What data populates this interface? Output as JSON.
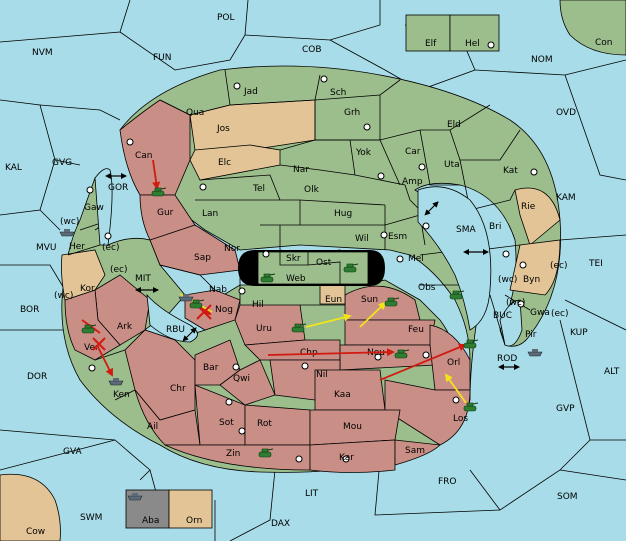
{
  "colors": {
    "sea": "#a8dce8",
    "neutral": "#9cbe8c",
    "red_power": "#c98e86",
    "tan_power": "#e3c496",
    "unit": "#2e7d32",
    "fleet": "#5c6a77",
    "red_arrow": "#d11a10",
    "yellow_arrow": "#f2e31a"
  },
  "sea_labels": {
    "pol": "POL",
    "nvm": "NVM",
    "fun": "FUN",
    "cob": "COB",
    "nom": "NOM",
    "ovd": "OVD",
    "kal": "KAL",
    "gvg": "GVG",
    "gor": "GOR",
    "mvu": "MVU",
    "kam": "KAM",
    "sma": "SMA",
    "tei": "TEI",
    "bor": "BOR",
    "mit": "MIT",
    "rbu": "RBU",
    "buc": "BUC",
    "kup": "KUP",
    "rod": "ROD",
    "dor": "DOR",
    "alt": "ALT",
    "gvp": "GVP",
    "gva": "GVA",
    "fro": "FRO",
    "som": "SOM",
    "lit": "LIT",
    "swm": "SWM",
    "dax": "DAX"
  },
  "land_labels": {
    "con": "Con",
    "elf": "Elf",
    "hel": "Hel",
    "cow": "Cow",
    "aba": "Aba",
    "orn": "Orn",
    "jad": "Jad",
    "sch": "Sch",
    "qua": "Qua",
    "jos": "Jos",
    "grh": "Grh",
    "eld": "Eld",
    "can": "Can",
    "elc": "Elc",
    "nar": "Nar",
    "yok": "Yok",
    "car": "Car",
    "uta": "Uta",
    "kat": "Kat",
    "gaw": "Gaw",
    "gur": "Gur",
    "tel": "Tel",
    "olk": "Olk",
    "amp": "Amp",
    "lan": "Lan",
    "hug": "Hug",
    "rie": "Rie",
    "bri": "Bri",
    "her": "Her",
    "nor": "Nor",
    "skr": "Skr",
    "wil": "Wil",
    "esm": "Esm",
    "sap": "Sap",
    "ost": "Ost",
    "web": "Web",
    "mel": "Mel",
    "byn": "Byn",
    "kor": "Kor",
    "nab": "Nab",
    "eun": "Eun",
    "obs": "Obs",
    "gwa": "Gwa",
    "hil": "Hil",
    "sun": "Sun",
    "nog": "Nog",
    "ark": "Ark",
    "uru": "Uru",
    "feu": "Feu",
    "pir": "Pir",
    "ver": "Ver",
    "chp": "Chp",
    "neu": "Neu",
    "orl": "Orl",
    "bar": "Bar",
    "qwi": "Qwi",
    "nil": "Nil",
    "ken": "Ken",
    "chr": "Chr",
    "kaa": "Kaa",
    "los": "Los",
    "sot": "Sot",
    "rot": "Rot",
    "mou": "Mou",
    "ail": "Ail",
    "zin": "Zin",
    "kar": "Kar",
    "sam": "Sam"
  },
  "coast_labels": {
    "wc_her": "(wc)",
    "ec_her": "(ec)",
    "ec_kor": "(ec)",
    "wc_kor": "(wc)",
    "wc_byn": "(wc)",
    "ec_byn": "(ec)",
    "wc_gwa": "(wc)",
    "ec_gwa": "(ec)"
  },
  "units": [
    {
      "name": "army-gur",
      "type": "army"
    },
    {
      "name": "army-nog",
      "type": "army"
    },
    {
      "name": "army-ver",
      "type": "army"
    },
    {
      "name": "army-web",
      "type": "army"
    },
    {
      "name": "army-ost",
      "type": "army"
    },
    {
      "name": "army-sun",
      "type": "army"
    },
    {
      "name": "army-obs",
      "type": "army"
    },
    {
      "name": "army-uru",
      "type": "army"
    },
    {
      "name": "army-neu",
      "type": "army"
    },
    {
      "name": "army-orl",
      "type": "army"
    },
    {
      "name": "army-los",
      "type": "army"
    },
    {
      "name": "army-zin",
      "type": "army"
    },
    {
      "name": "fleet-her",
      "type": "fleet"
    },
    {
      "name": "fleet-nab",
      "type": "fleet"
    },
    {
      "name": "fleet-ken",
      "type": "fleet"
    },
    {
      "name": "fleet-pir",
      "type": "fleet"
    },
    {
      "name": "fleet-aba",
      "type": "fleet"
    }
  ]
}
